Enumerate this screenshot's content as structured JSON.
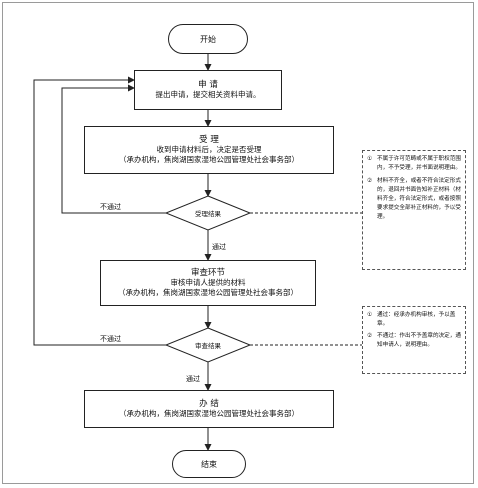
{
  "start": "开始",
  "apply": {
    "title": "申 请",
    "line1": "提出申请，提交相关资料申请。"
  },
  "accept": {
    "title": "受 理",
    "line1": "收到申请材料后，决定是否受理",
    "line2": "（承办机构，焦岗湖国家湿地公园管理处社会事务部）"
  },
  "accept_decision": "受理结果",
  "review": {
    "title": "审查环节",
    "line1": "审核申请人提供的材料",
    "line2": "（承办机构，焦岗湖国家湿地公园管理处社会事务部）"
  },
  "review_decision": "审查结果",
  "handle": {
    "title": "办 结",
    "line1": "（承办机构，焦岗湖国家湿地公园管理处社会事务部）"
  },
  "end": "结束",
  "labels": {
    "reject1": "不通过",
    "pass1": "通过",
    "reject2": "不通过",
    "pass2": "通过"
  },
  "note1": [
    {
      "num": "①",
      "text": "不属于许可范畴或不属于职权范围内，不予受理，并书面说明理由。"
    },
    {
      "num": "②",
      "text": "材料不齐全，或者不符合法定形式的，退回并书面告知补正材料（材料齐全，符合法定形式，或者按照要求提交全部补正材料的，予以受理。"
    }
  ],
  "note2": [
    {
      "num": "①",
      "text": "通过：经承办机构审核，予以盖章。"
    },
    {
      "num": "②",
      "text": "不通过：作出不予盖章的决定，通知申请人，说明理由。"
    }
  ]
}
